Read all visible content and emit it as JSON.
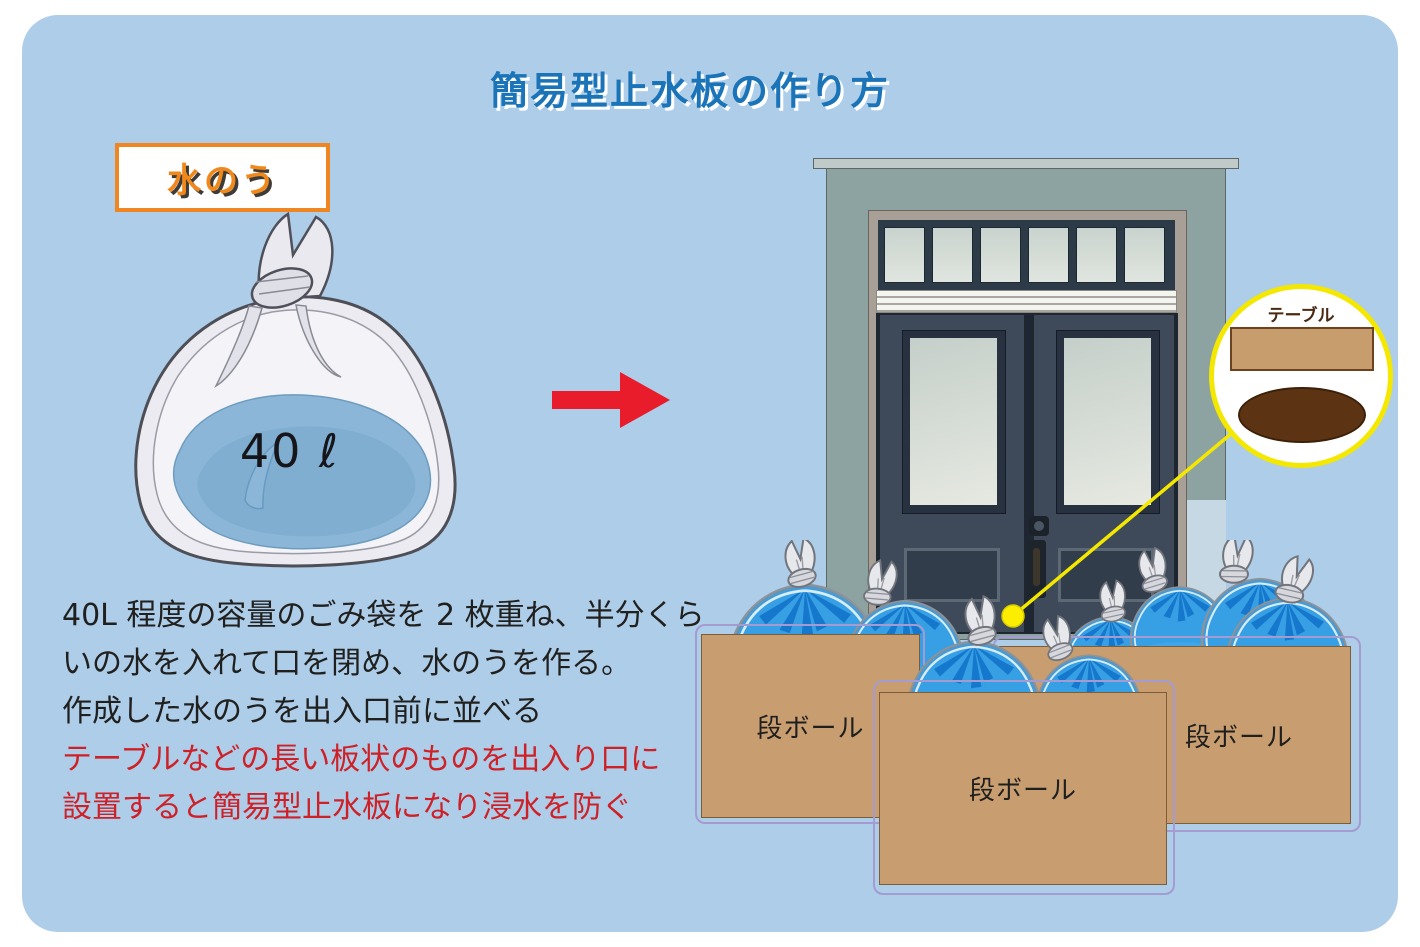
{
  "page": {
    "panel_bg": "#aecde8",
    "background": "#ffffff"
  },
  "title": {
    "text": "簡易型止水板の作り方",
    "color": "#1b74b8"
  },
  "left_section": {
    "label_box": {
      "text": "水のう",
      "text_color": "#f0881c",
      "border_color": "#ef8621"
    },
    "bag": {
      "volume_label": "40 ℓ",
      "water_color": "#8cb6d7"
    },
    "description_black_lines": [
      "40L 程度の容量のごみ袋を 2 枚重ね、半分くら",
      "いの水を入れて口を閉め、水のうを作る。",
      "作成した水のうを出入口前に並べる"
    ],
    "description_red_lines": [
      "テーブルなどの長い板状のものを出入り口に",
      "設置すると簡易型止水板になり浸水を防ぐ"
    ],
    "black_text_color": "#20201f",
    "red_text_color": "#cd2127"
  },
  "arrow": {
    "direction": "right",
    "color": "#e81c2a"
  },
  "right_section": {
    "callout": {
      "label": "テーブル",
      "border_color": "#f4e800",
      "board_color": "#c79d6e",
      "tabletop_color": "#5d3413"
    },
    "boxes": [
      {
        "label": "段ボール"
      },
      {
        "label": "段ボール"
      },
      {
        "label": "段ボール"
      }
    ],
    "box_color": "#c89d6f",
    "water_bag_color": "#3fa6e8"
  }
}
